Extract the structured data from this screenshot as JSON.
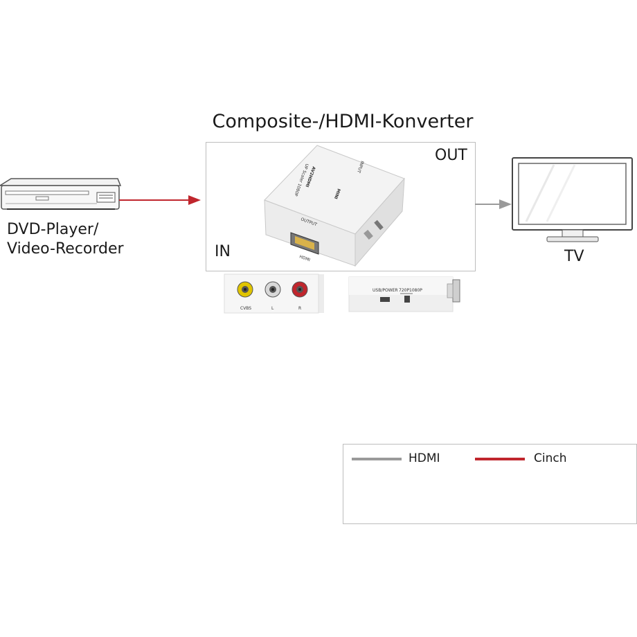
{
  "title": "Composite-/HDMI-Konverter",
  "source": {
    "label_line1": "DVD-Player/",
    "label_line2": "Video-Recorder"
  },
  "target": {
    "label": "TV"
  },
  "converter": {
    "in_label": "IN",
    "out_label": "OUT",
    "device_top_text": "MINI",
    "device_model_text": "AV2HDMI",
    "device_sub_text": "UP Scaler 1080P",
    "device_input_text": "INPUT",
    "device_output_text": "OUTPUT",
    "device_hdmi_text": "HDMI"
  },
  "rca_panel": {
    "labels": [
      "CVBS",
      "L",
      "R"
    ]
  },
  "side_panel": {
    "usb_label": "USB/POWER",
    "switch_720": "720P",
    "switch_1080": "1080P"
  },
  "legend": [
    {
      "label": "HDMI",
      "color": "#9a9a9a"
    },
    {
      "label": "Cinch",
      "color": "#c0262d"
    }
  ],
  "colors": {
    "hdmi": "#9a9a9a",
    "cinch": "#c0262d"
  }
}
